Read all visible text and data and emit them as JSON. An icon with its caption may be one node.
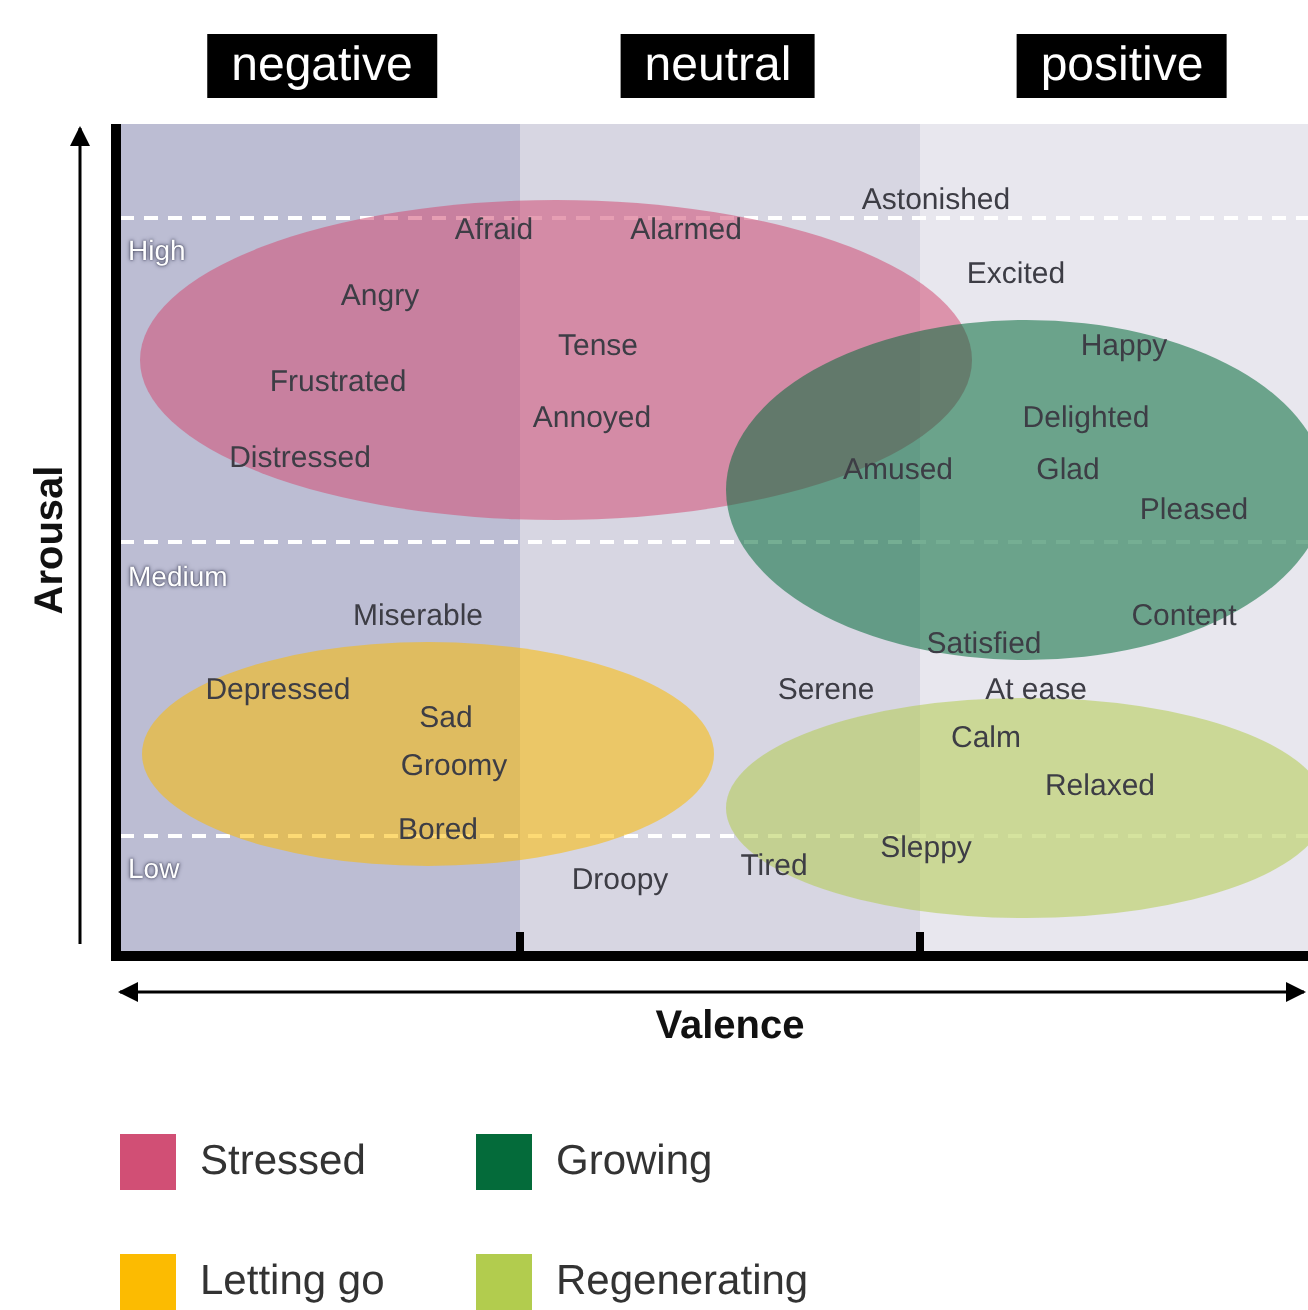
{
  "diagram": {
    "labels": [
      "negative",
      "neutral",
      "positive",
      "Astonished",
      "Afraid",
      "Alarmed",
      "High",
      "Excited",
      "Angry",
      "Tense",
      "Happy",
      "Frustrated",
      "Annoyed",
      "Delighted",
      "Distressed",
      "Amused",
      "Glad",
      "Pleased",
      "Medium",
      "Miserable",
      "Content",
      "Satisfied",
      "Depressed",
      "Serene",
      "At ease",
      "Sad",
      "Calm",
      "Groomy",
      "Relaxed",
      "Bored",
      "Sleppy",
      "Low",
      "Tired",
      "Droopy",
      "Arousal",
      "Valence"
    ],
    "legend": [
      {
        "text": "Stressed",
        "color": "#d14f75"
      },
      {
        "text": "Growing",
        "color": "#046b3a"
      },
      {
        "text": "Letting go",
        "color": "#fcbb01"
      },
      {
        "text": "Regenerating",
        "color": "#b2cc4e"
      }
    ]
  }
}
